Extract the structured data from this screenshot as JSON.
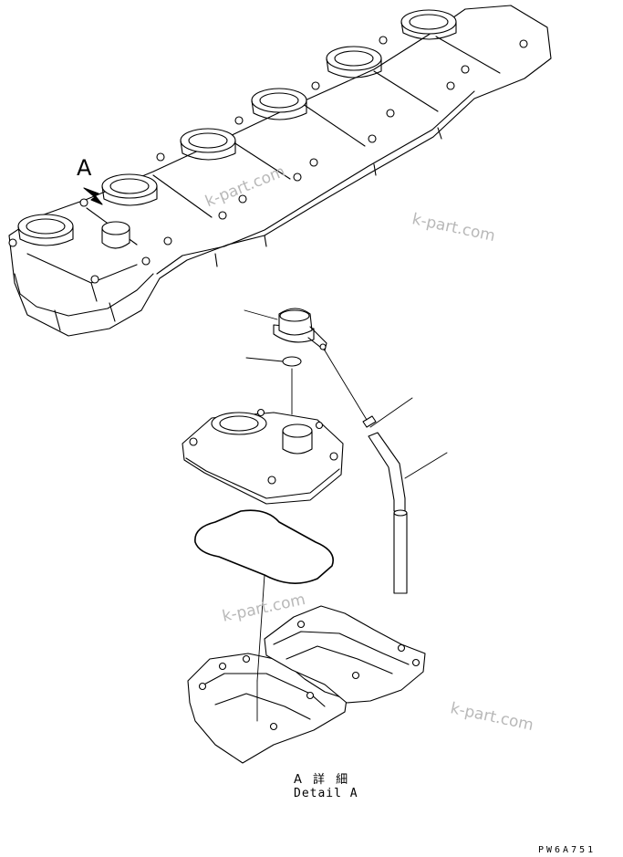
{
  "callout_label": "A",
  "detail_caption": {
    "jp": "A 詳 細",
    "en": "Detail A"
  },
  "drawing_number": "PW6A751",
  "watermarks": [
    "k-part.com",
    "k-part.com",
    "k-part.com",
    "k-part.com"
  ],
  "colors": {
    "line": "#000000",
    "watermark": "#b8b8b8",
    "background": "#ffffff"
  }
}
